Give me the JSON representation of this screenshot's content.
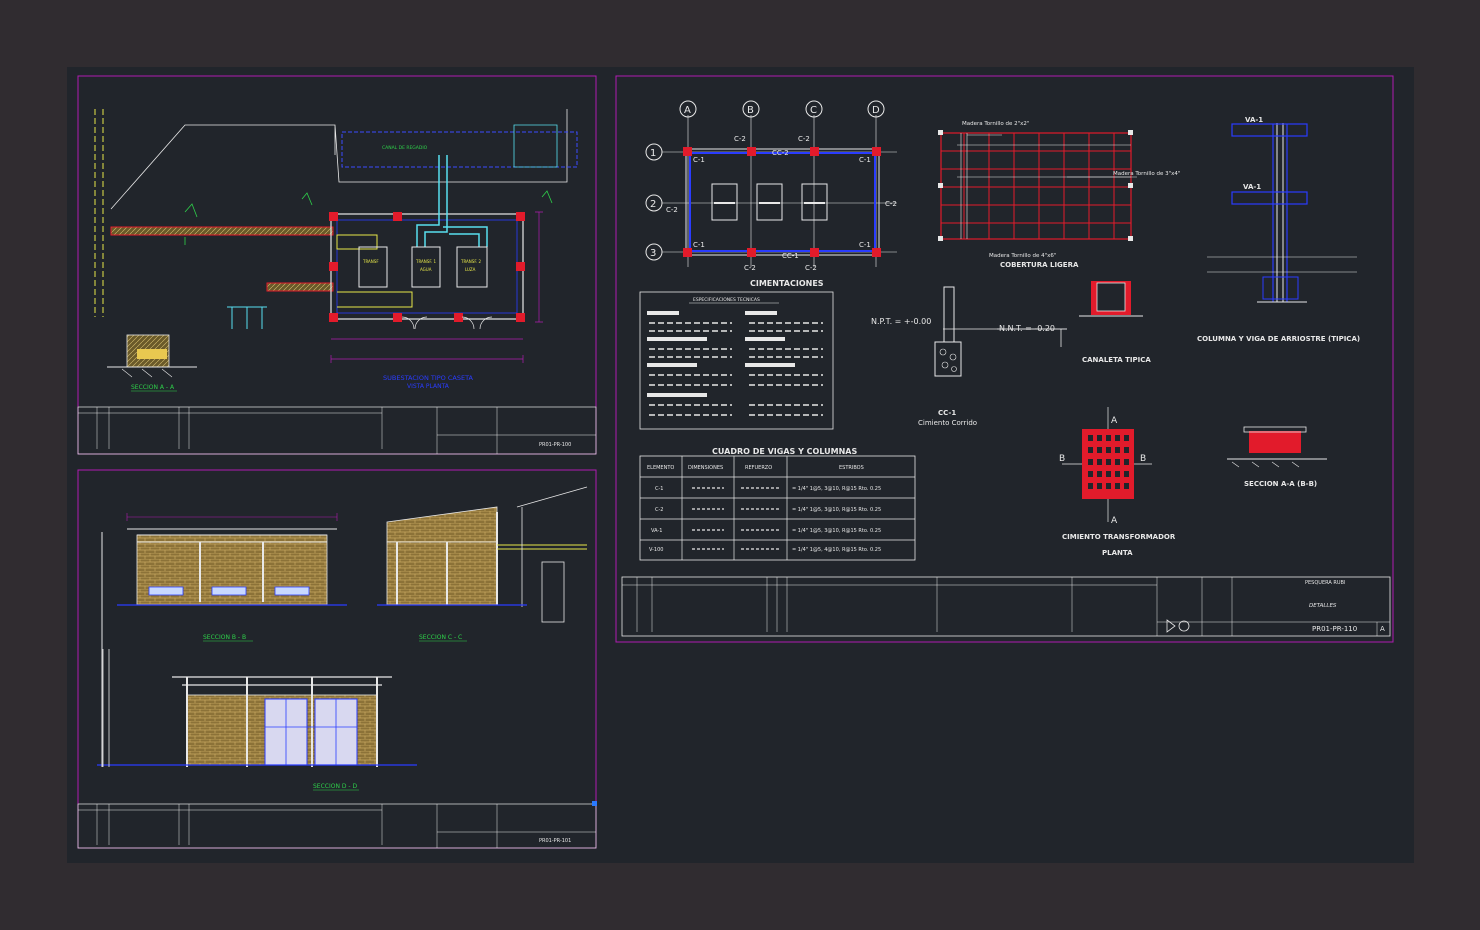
{
  "colors": {
    "background": "#302c30",
    "model_space": "#21252b",
    "sheet_border": "#b01cb0",
    "wall_red": "#e21b2b",
    "blue": "#2a3cff",
    "cyan": "#58e0f0",
    "yellow": "#e8e84a",
    "green": "#2ed14a",
    "white": "#e8e8e8",
    "brick": "#a0844a"
  },
  "sheet1": {
    "plan_title": "SUBESTACION TIPO CASETA",
    "plan_subtitle": "VISTA PLANTA",
    "section_title": "SECCION A - A",
    "tanks": [
      {
        "label_1": "TRANSF. 1",
        "label_2": "AGUA"
      },
      {
        "label_1": "TRANSF. 2",
        "label_2": "LUZA"
      }
    ],
    "drawing_number": "PR01-PR-100"
  },
  "sheet2": {
    "sections": [
      "SECCION B - B",
      "SECCION C - C",
      "SECCION D - D"
    ],
    "drawing_number": "PR01-PR-101"
  },
  "sheet3": {
    "grid_columns": [
      "A",
      "B",
      "C",
      "D"
    ],
    "grid_rows": [
      "1",
      "2",
      "3"
    ],
    "col_labels": {
      "c1": "C-1",
      "c2": "C-2",
      "cc1": "CC-1",
      "cc2": "CC-2"
    },
    "titles": {
      "cimentaciones": "CIMENTACIONES",
      "cobertura": "COBERTURA LIGERA",
      "columna": "COLUMNA Y VIGA DE ARRIOSTRE (TIPICA)",
      "canaleta": "CANALETA TIPICA",
      "cimiento_code": "CC-1",
      "cimiento": "Cimiento Corrido",
      "transformador": "CIMIENTO TRANSFORMADOR",
      "planta": "PLANTA",
      "seccion": "SECCION A-A (B-B)",
      "cuadro": "CUADRO DE VIGAS Y COLUMNAS",
      "especificaciones": "ESPECIFICACIONES TECNICAS"
    },
    "annotations": {
      "madera1": "Madera Tornillo de 2\"x2\"",
      "madera2": "Madera Tornillo de 3\"x4\"",
      "madera3": "Madera Tornillo de 4\"x6\"",
      "npt": "N.P.T. = +-0.00",
      "nnt": "N.N.T. = -0.20",
      "va1": "VA-1",
      "marker_a": "A",
      "marker_b": "B"
    },
    "table": {
      "headers": [
        "ELEMENTO",
        "DIMENSIONES",
        "REFUERZO",
        "ESTRIBOS"
      ],
      "rows": [
        [
          "C-1",
          "",
          "",
          "= 1/4\" 1@5, 3@10, R@15 Rto. 0.25"
        ],
        [
          "C-2",
          "",
          "",
          "= 1/4\" 1@5, 3@10, R@15 Rto. 0.25"
        ],
        [
          "VA-1",
          "",
          "",
          "= 1/4\" 1@5, 3@10, R@15 Rto. 0.25"
        ],
        [
          "V-100",
          "",
          "",
          "= 1/4\" 1@5, 4@10, R@15 Rto. 0.25"
        ]
      ]
    },
    "title_block": {
      "project": "PESQUERA RUBI",
      "sheet_name": "DETALLES",
      "drawing_number": "PR01-PR-110",
      "revision": "A"
    }
  }
}
